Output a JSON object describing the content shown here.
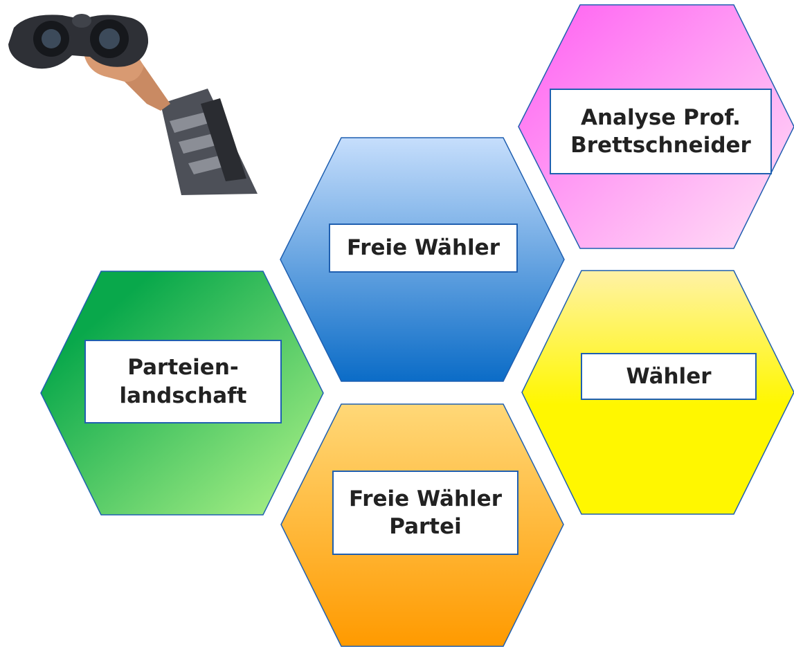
{
  "hexagons": [
    {
      "id": "analyse",
      "label": "Analyse Prof.\nBrettschneider",
      "colors": [
        "#ff5ef2",
        "#ffe4f6"
      ]
    },
    {
      "id": "freie-waehler",
      "label": "Freie Wähler",
      "colors": [
        "#c6defc",
        "#0b6cc7"
      ]
    },
    {
      "id": "waehler",
      "label": "Wähler",
      "colors": [
        "#fff2a6",
        "#fff700"
      ]
    },
    {
      "id": "parteienlandschaft",
      "label": "Parteien-\nlandschaft",
      "colors": [
        "#09a84b",
        "#b4f58a"
      ]
    },
    {
      "id": "freie-waehler-partei",
      "label": "Freie Wähler\nPartei",
      "colors": [
        "#ffd878",
        "#ff9a00"
      ]
    }
  ],
  "photo": {
    "subject": "hand holding binoculars"
  },
  "colors": {
    "hex_stroke": "#1f5fb0",
    "label_border": "#1f5fb0"
  }
}
